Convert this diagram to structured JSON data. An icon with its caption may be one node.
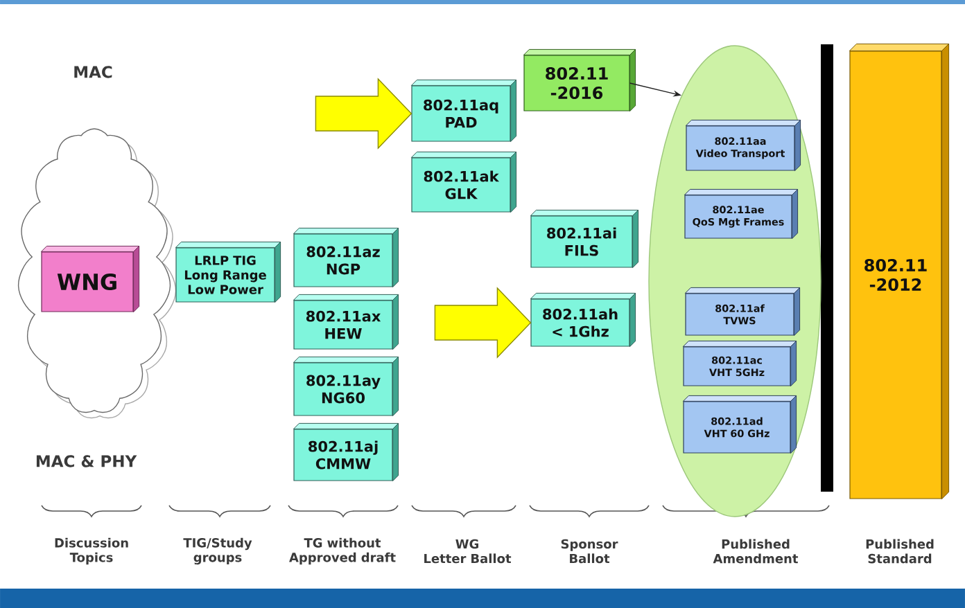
{
  "diagram": {
    "nodes": [
      {
        "text": [],
        "shape": "cloud"
      },
      {
        "text": [
          "WNG"
        ],
        "in": 0
      },
      {
        "text": [
          "LRLP TIG Long Range Low Power"
        ]
      },
      {
        "text": [
          "802.11az NGP"
        ]
      },
      {
        "text": [
          "802.11ax HEW"
        ]
      },
      {
        "text": [
          "802.11ay NG60"
        ]
      },
      {
        "text": [
          "802.11aj CMMW"
        ]
      },
      {
        "text": [
          "802.11aq PAD"
        ]
      },
      {
        "text": [
          "802.11ak GLK"
        ]
      },
      {
        "text": [
          "802.11 -2016"
        ]
      },
      {
        "text": [
          "802.11ai FILS"
        ]
      },
      {
        "text": [
          "802.11ah < 1Ghz"
        ]
      },
      {
        "text": [],
        "shape": "ellipse"
      },
      {
        "text": [
          "802.11aa Video Transport"
        ],
        "in": 12
      },
      {
        "text": [
          "802.11ae QoS Mgt Frames"
        ],
        "in": 12
      },
      {
        "text": [
          "802.11af TVWS"
        ],
        "in": 12
      },
      {
        "text": [
          "802.11ac VHT 5GHz"
        ],
        "in": 12
      },
      {
        "text": [
          "802.11ad VHT 60 GHz"
        ],
        "in": 12
      },
      {
        "text": [
          "802.11 -2012"
        ]
      }
    ],
    "edges": [
      {
        "from": null,
        "to": 7,
        "arrow": "to",
        "style": "thick",
        "color": "#ffff00"
      },
      {
        "from": null,
        "to": 11,
        "arrow": "to",
        "style": "thick",
        "color": "#ffff00"
      },
      {
        "from": 9,
        "to": 12,
        "arrow": "to"
      }
    ],
    "labels": [
      "MAC",
      "MAC & PHY",
      "Discussion Topics",
      "TIG/Study groups",
      "TG without Approved draft",
      "WG Letter Ballot",
      "Sponsor Ballot",
      "Published Amendment",
      "Published Standard"
    ]
  }
}
